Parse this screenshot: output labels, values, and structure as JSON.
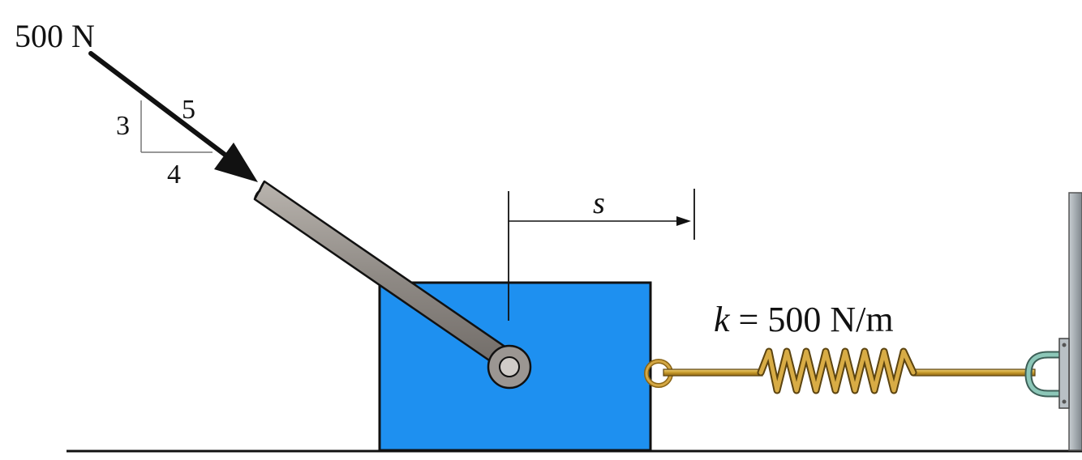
{
  "force": {
    "label": "500 N"
  },
  "slope": {
    "rise": "3",
    "hyp": "5",
    "run": "4"
  },
  "displacement": {
    "symbol": "s"
  },
  "spring": {
    "symbol": "k",
    "equals": " = ",
    "value": "500 N/m"
  },
  "colors": {
    "block": "#1e90f0",
    "rod": "#8f8a85",
    "spring": "#c89b2c",
    "wall": "#9aa1a6",
    "anchor": "#8cc7b8",
    "line": "#111111"
  }
}
